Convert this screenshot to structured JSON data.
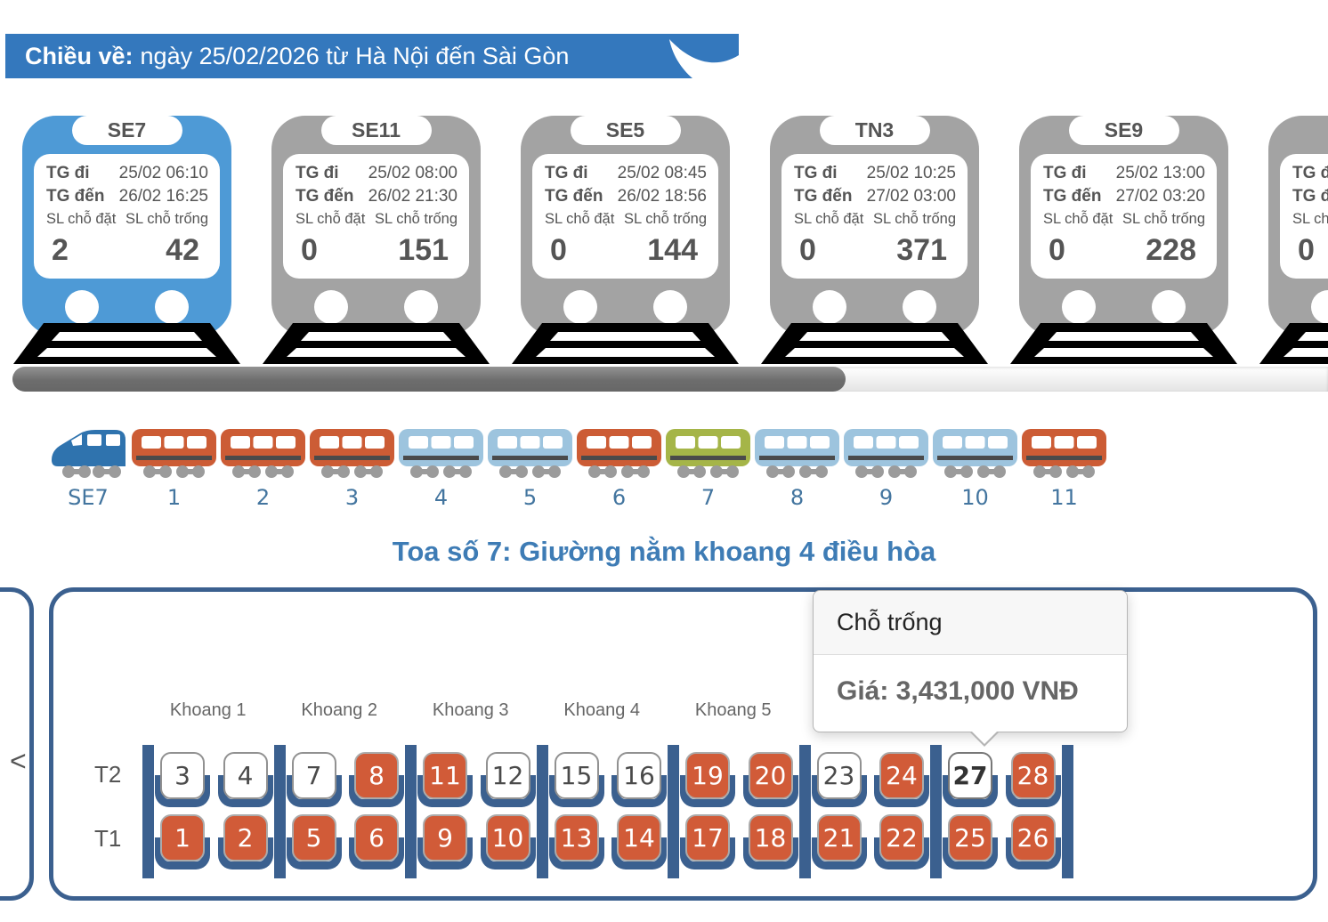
{
  "header": {
    "label": "Chiều về:",
    "text": "ngày 25/02/2026 từ Hà Nội đến Sài Gòn"
  },
  "trains": {
    "depart_label": "TG đi",
    "arrive_label": "TG đến",
    "booked_label": "SL chỗ đặt",
    "free_label": "SL chỗ trống",
    "cards": [
      {
        "code": "SE7",
        "depart": "25/02 06:10",
        "arrive": "26/02 16:25",
        "booked": "2",
        "free": "42",
        "state": "selected"
      },
      {
        "code": "SE11",
        "depart": "25/02 08:00",
        "arrive": "26/02 21:30",
        "booked": "0",
        "free": "151",
        "state": ""
      },
      {
        "code": "SE5",
        "depart": "25/02 08:45",
        "arrive": "26/02 18:56",
        "booked": "0",
        "free": "144",
        "state": ""
      },
      {
        "code": "TN3",
        "depart": "25/02 10:25",
        "arrive": "27/02 03:00",
        "booked": "0",
        "free": "371",
        "state": ""
      },
      {
        "code": "SE9",
        "depart": "25/02 13:00",
        "arrive": "27/02 03:20",
        "booked": "0",
        "free": "228",
        "state": ""
      },
      {
        "code": "",
        "depart": "",
        "arrive": "",
        "booked": "0",
        "free": "",
        "state": ""
      }
    ]
  },
  "train_strip": {
    "loco": {
      "label": "SE7",
      "color": "loco"
    },
    "cars": [
      {
        "label": "1",
        "color": "orange"
      },
      {
        "label": "2",
        "color": "orange"
      },
      {
        "label": "3",
        "color": "orange"
      },
      {
        "label": "4",
        "color": "blue"
      },
      {
        "label": "5",
        "color": "blue"
      },
      {
        "label": "6",
        "color": "orange"
      },
      {
        "label": "7",
        "color": "green"
      },
      {
        "label": "8",
        "color": "blue"
      },
      {
        "label": "9",
        "color": "blue"
      },
      {
        "label": "10",
        "color": "blue"
      },
      {
        "label": "11",
        "color": "orange"
      }
    ]
  },
  "coach": {
    "title": "Toa số 7: Giường nằm khoang 4 điều hòa"
  },
  "seat_map": {
    "prev_arrow": "<",
    "tier_t2": "T2",
    "tier_t1": "T1",
    "compartments": [
      {
        "label": "Khoang 1",
        "t2": [
          {
            "num": "3",
            "state": "free"
          },
          {
            "num": "4",
            "state": "free"
          }
        ],
        "t1": [
          {
            "num": "1",
            "state": "booked"
          },
          {
            "num": "2",
            "state": "booked"
          }
        ]
      },
      {
        "label": "Khoang 2",
        "t2": [
          {
            "num": "7",
            "state": "free"
          },
          {
            "num": "8",
            "state": "booked"
          }
        ],
        "t1": [
          {
            "num": "5",
            "state": "booked"
          },
          {
            "num": "6",
            "state": "booked"
          }
        ]
      },
      {
        "label": "Khoang 3",
        "t2": [
          {
            "num": "11",
            "state": "booked"
          },
          {
            "num": "12",
            "state": "free"
          }
        ],
        "t1": [
          {
            "num": "9",
            "state": "booked"
          },
          {
            "num": "10",
            "state": "booked"
          }
        ]
      },
      {
        "label": "Khoang 4",
        "t2": [
          {
            "num": "15",
            "state": "free"
          },
          {
            "num": "16",
            "state": "free"
          }
        ],
        "t1": [
          {
            "num": "13",
            "state": "booked"
          },
          {
            "num": "14",
            "state": "booked"
          }
        ]
      },
      {
        "label": "Khoang 5",
        "t2": [
          {
            "num": "19",
            "state": "booked"
          },
          {
            "num": "20",
            "state": "booked"
          }
        ],
        "t1": [
          {
            "num": "17",
            "state": "booked"
          },
          {
            "num": "18",
            "state": "booked"
          }
        ]
      },
      {
        "label": "",
        "t2": [
          {
            "num": "23",
            "state": "free"
          },
          {
            "num": "24",
            "state": "booked"
          }
        ],
        "t1": [
          {
            "num": "21",
            "state": "booked"
          },
          {
            "num": "22",
            "state": "booked"
          }
        ]
      },
      {
        "label": "",
        "t2": [
          {
            "num": "27",
            "state": "free hover"
          },
          {
            "num": "28",
            "state": "booked"
          }
        ],
        "t1": [
          {
            "num": "25",
            "state": "booked"
          },
          {
            "num": "26",
            "state": "booked"
          }
        ]
      }
    ],
    "tooltip": {
      "title": "Chỗ trống",
      "price": "Giá: 3,431,000 VNĐ"
    }
  },
  "colors": {
    "banner_blue": "#3478bd",
    "selected_card_blue": "#4e9ad6",
    "card_gray": "#a3a3a3",
    "loco_blue": "#2f73ae",
    "car_orange": "#cc5c35",
    "car_blue": "#9dc4de",
    "car_green": "#a5b548",
    "seat_booked_orange": "#d15b38",
    "panel_border_blue": "#3b608f",
    "title_blue": "#3e7cb5"
  }
}
